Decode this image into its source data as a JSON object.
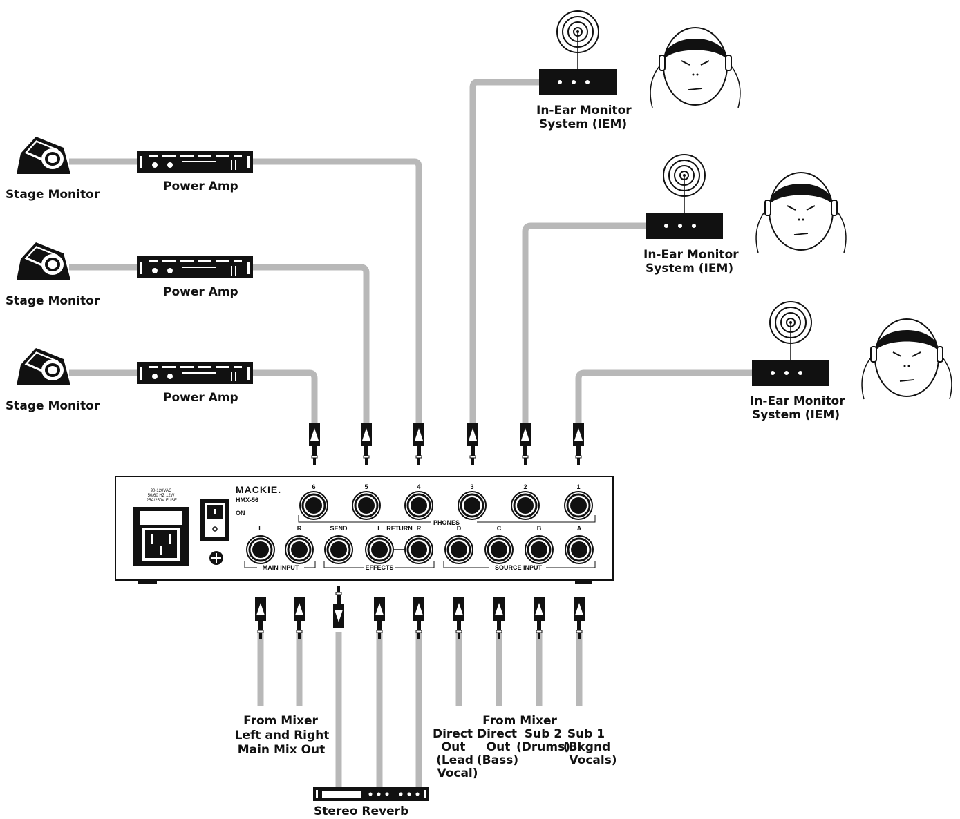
{
  "device": {
    "brand": "MACKIE.",
    "model": "HMX-56",
    "power_spec_1": "90-120VAC",
    "power_spec_2": "50/60 HZ 12W",
    "power_spec_3": ".25A/250V FUSE",
    "on_label": "ON",
    "phones_label": "PHONES",
    "main_input_label": "MAIN INPUT",
    "effects_label": "EFFECTS",
    "source_input_label": "SOURCE INPUT",
    "return_label": "RETURN",
    "jack_labels": {
      "phones": [
        "6",
        "5",
        "4",
        "3",
        "2",
        "1"
      ],
      "main": [
        "L",
        "R"
      ],
      "send": "SEND",
      "ret": [
        "L",
        "R"
      ],
      "source": [
        "D",
        "C",
        "B",
        "A"
      ]
    }
  },
  "left_chain": {
    "stage_monitor": [
      "Stage Monitor",
      "Stage Monitor",
      "Stage Monitor"
    ],
    "power_amp": [
      "Power Amp",
      "Power Amp",
      "Power Amp"
    ]
  },
  "iem": {
    "line1": [
      "In-Ear Monitor",
      "In-Ear Monitor",
      "In-Ear Monitor"
    ],
    "line2": [
      "System (IEM)",
      "System (IEM)",
      "System (IEM)"
    ]
  },
  "bottom": {
    "from_mixer_main": [
      "From Mixer",
      "Left and Right",
      "Main Mix Out"
    ],
    "from_mixer_top": "From Mixer",
    "direct_lead": [
      "Direct",
      "Out",
      "(Lead",
      "Vocal)"
    ],
    "direct_bass": [
      "Direct",
      "Out",
      "(Bass)"
    ],
    "sub2": [
      "Sub 2",
      "(Drums)"
    ],
    "sub1": [
      "Sub 1",
      "(Bkgnd",
      "Vocals)"
    ],
    "stereo_reverb": "Stereo Reverb"
  },
  "colors": {
    "cable": "#b8b8b8",
    "device": "#111111",
    "panel": "#ffffff"
  }
}
